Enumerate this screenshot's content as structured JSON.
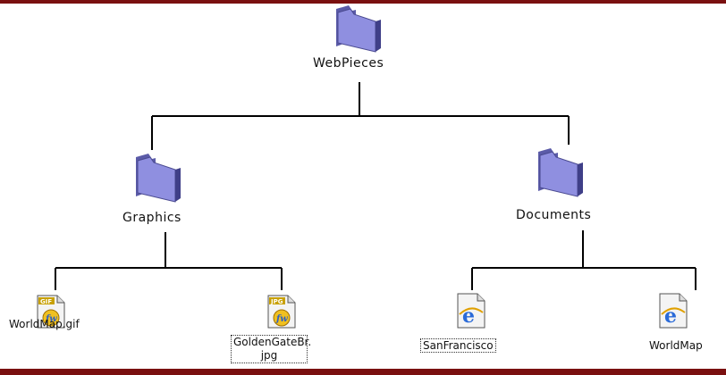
{
  "colors": {
    "frame": "#7a1010",
    "folder_face": "#8f8fe0",
    "folder_shadow": "#5b5ba8",
    "line": "#000000"
  },
  "tree": {
    "root": {
      "label": "WebPieces",
      "icon": "folder-icon"
    },
    "folders": [
      {
        "label": "Graphics",
        "icon": "folder-icon"
      },
      {
        "label": "Documents",
        "icon": "folder-icon"
      }
    ],
    "files": [
      {
        "label": "WorldMap.gif",
        "icon": "gif-file-icon",
        "badge": "GIF"
      },
      {
        "label_line1": "GoldenGateBr.",
        "label_line2": "jpg",
        "icon": "jpg-file-icon",
        "badge": "JPG"
      },
      {
        "label": "SanFrancisco",
        "icon": "html-file-icon"
      },
      {
        "label": "WorldMap",
        "icon": "html-file-icon"
      }
    ]
  }
}
